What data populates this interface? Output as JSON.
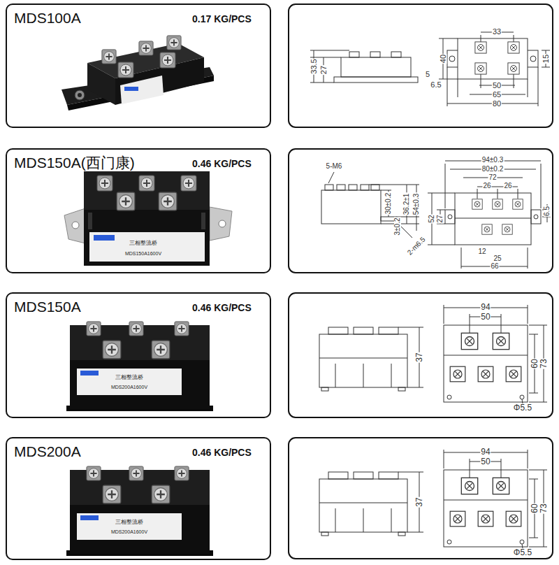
{
  "diagram": {
    "nodes": [
      {
        "text": [
          "MDS100A",
          "0.17 KG/PCS"
        ]
      },
      {
        "text": [
          "MDS150A(西门康)",
          "0.46 KG/PCS"
        ]
      },
      {
        "text": [
          "MDS150A",
          "0.46 KG/PCS"
        ]
      },
      {
        "text": [
          "MDS200A",
          "0.46 KG/PCS"
        ]
      }
    ],
    "labels": [
      "33.5",
      "27",
      "33",
      "40",
      "15",
      "5",
      "6.5",
      "50",
      "65",
      "80",
      "5-M6",
      "94±0.3",
      "80±0.2",
      "72",
      "26",
      "26",
      "6.5",
      "30±0.2",
      "3±0.2",
      "36.2±1",
      "54±0.3",
      "52",
      "27",
      "2-m6.5",
      "12",
      "25",
      "66",
      "94",
      "50",
      "37",
      "60",
      "73",
      "Φ5.5",
      "94",
      "50",
      "37",
      "60",
      "73",
      "Φ5.5",
      "三相整流桥",
      "MDS150A1600V",
      "三相整流桥",
      "MDS200A1600V",
      "三相整流桥",
      "MDS200A1600V"
    ]
  }
}
